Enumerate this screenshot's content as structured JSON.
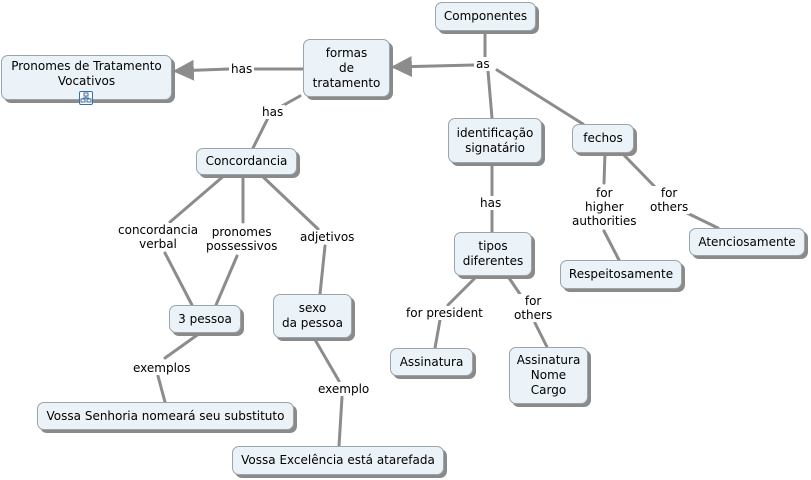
{
  "concepts": {
    "componentes": "Componentes",
    "formas": "formas\nde\ntratamento",
    "pronomes_tratamento": "Pronomes de Tratamento\nVocativos",
    "concordancia": "Concordancia",
    "identificacao": "identificação\nsignatário",
    "fechos": "fechos",
    "tipos": "tipos\ndiferentes",
    "tres_pessoa": "3 pessoa",
    "sexo": "sexo\nda pessoa",
    "vossa_senhoria": "Vossa Senhoria nomeará seu substituto",
    "vossa_excelencia": "Vossa Excelência está atarefada",
    "assinatura": "Assinatura",
    "assinatura_nome": "Assinatura\nNome\nCargo",
    "respeitosamente": "Respeitosamente",
    "atenciosamente": "Atenciosamente"
  },
  "links": {
    "as": "as",
    "has_pronomes": "has",
    "has_concordancia": "has",
    "has_tipos": "has",
    "concordancia_verbal": "concordancia\nverbal",
    "pronomes_possessivos": "pronomes\npossessivos",
    "adjetivos": "adjetivos",
    "exemplos": "exemplos",
    "exemplo": "exemplo",
    "for_president": "for president",
    "for_others_tipos": "for\nothers",
    "for_higher": "for\nhigher\nauthorities",
    "for_others_fechos": "for\nothers"
  },
  "icons": {
    "resource_badge": "concept-map-resource-icon"
  },
  "colors": {
    "node_fill": "#ebf3f8",
    "node_border": "#9aa4ab",
    "shadow": "#8a8a8a",
    "connector": "#8c8c8c",
    "badge_border": "#3a6ea5"
  }
}
